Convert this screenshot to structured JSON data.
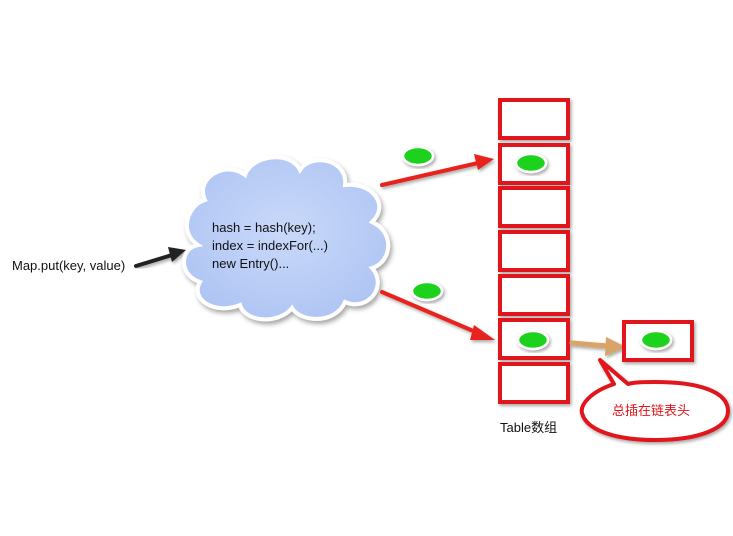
{
  "input_label": "Map.put(key, value)",
  "cloud": {
    "lines": [
      "hash = hash(key);",
      "index = indexFor(...)",
      "new Entry()..."
    ]
  },
  "table": {
    "caption": "Table数组",
    "slot_count": 7,
    "occupied_slots": [
      2,
      6
    ]
  },
  "chain_node": {
    "has_entry": true
  },
  "callout": {
    "text": "总插在链表头"
  },
  "colors": {
    "table_border": "#e0161c",
    "entry_green": "#1fd21f",
    "arrow_red": "#e8201c",
    "arrow_black": "#222222",
    "arrow_tan": "#d8a468",
    "cloud_fill": "#bcd0f7",
    "callout_border": "#e0161c",
    "callout_text": "#e0161c"
  }
}
